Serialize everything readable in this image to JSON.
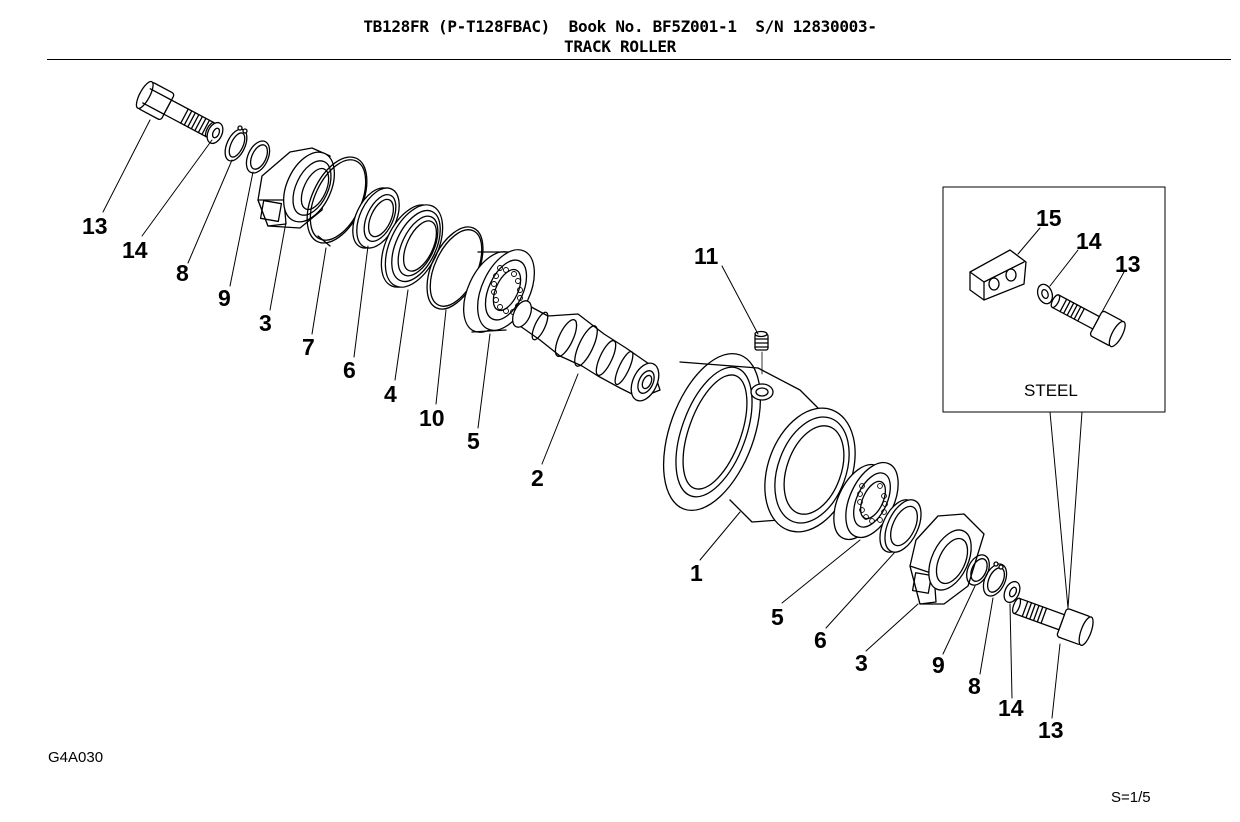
{
  "header": {
    "line1": "TB128FR (P-T128FBAC)  Book No. BF5Z001-1  S/N 12830003-",
    "line2": "TRACK ROLLER"
  },
  "callouts": [
    {
      "id": "c13a",
      "text": "13"
    },
    {
      "id": "c14a",
      "text": "14"
    },
    {
      "id": "c8a",
      "text": "8"
    },
    {
      "id": "c9a",
      "text": "9"
    },
    {
      "id": "c3a",
      "text": "3"
    },
    {
      "id": "c7",
      "text": "7"
    },
    {
      "id": "c6a",
      "text": "6"
    },
    {
      "id": "c4",
      "text": "4"
    },
    {
      "id": "c10",
      "text": "10"
    },
    {
      "id": "c5a",
      "text": "5"
    },
    {
      "id": "c2",
      "text": "2"
    },
    {
      "id": "c11",
      "text": "11"
    },
    {
      "id": "c1",
      "text": "1"
    },
    {
      "id": "c5b",
      "text": "5"
    },
    {
      "id": "c6b",
      "text": "6"
    },
    {
      "id": "c3b",
      "text": "3"
    },
    {
      "id": "c9b",
      "text": "9"
    },
    {
      "id": "c8b",
      "text": "8"
    },
    {
      "id": "c14b",
      "text": "14"
    },
    {
      "id": "c13b",
      "text": "13"
    },
    {
      "id": "c15i",
      "text": "15"
    },
    {
      "id": "c14i",
      "text": "14"
    },
    {
      "id": "c13i",
      "text": "13"
    }
  ],
  "inset": {
    "label": "STEEL"
  },
  "footer": {
    "code": "G4A030",
    "scale": "S=1/5"
  }
}
